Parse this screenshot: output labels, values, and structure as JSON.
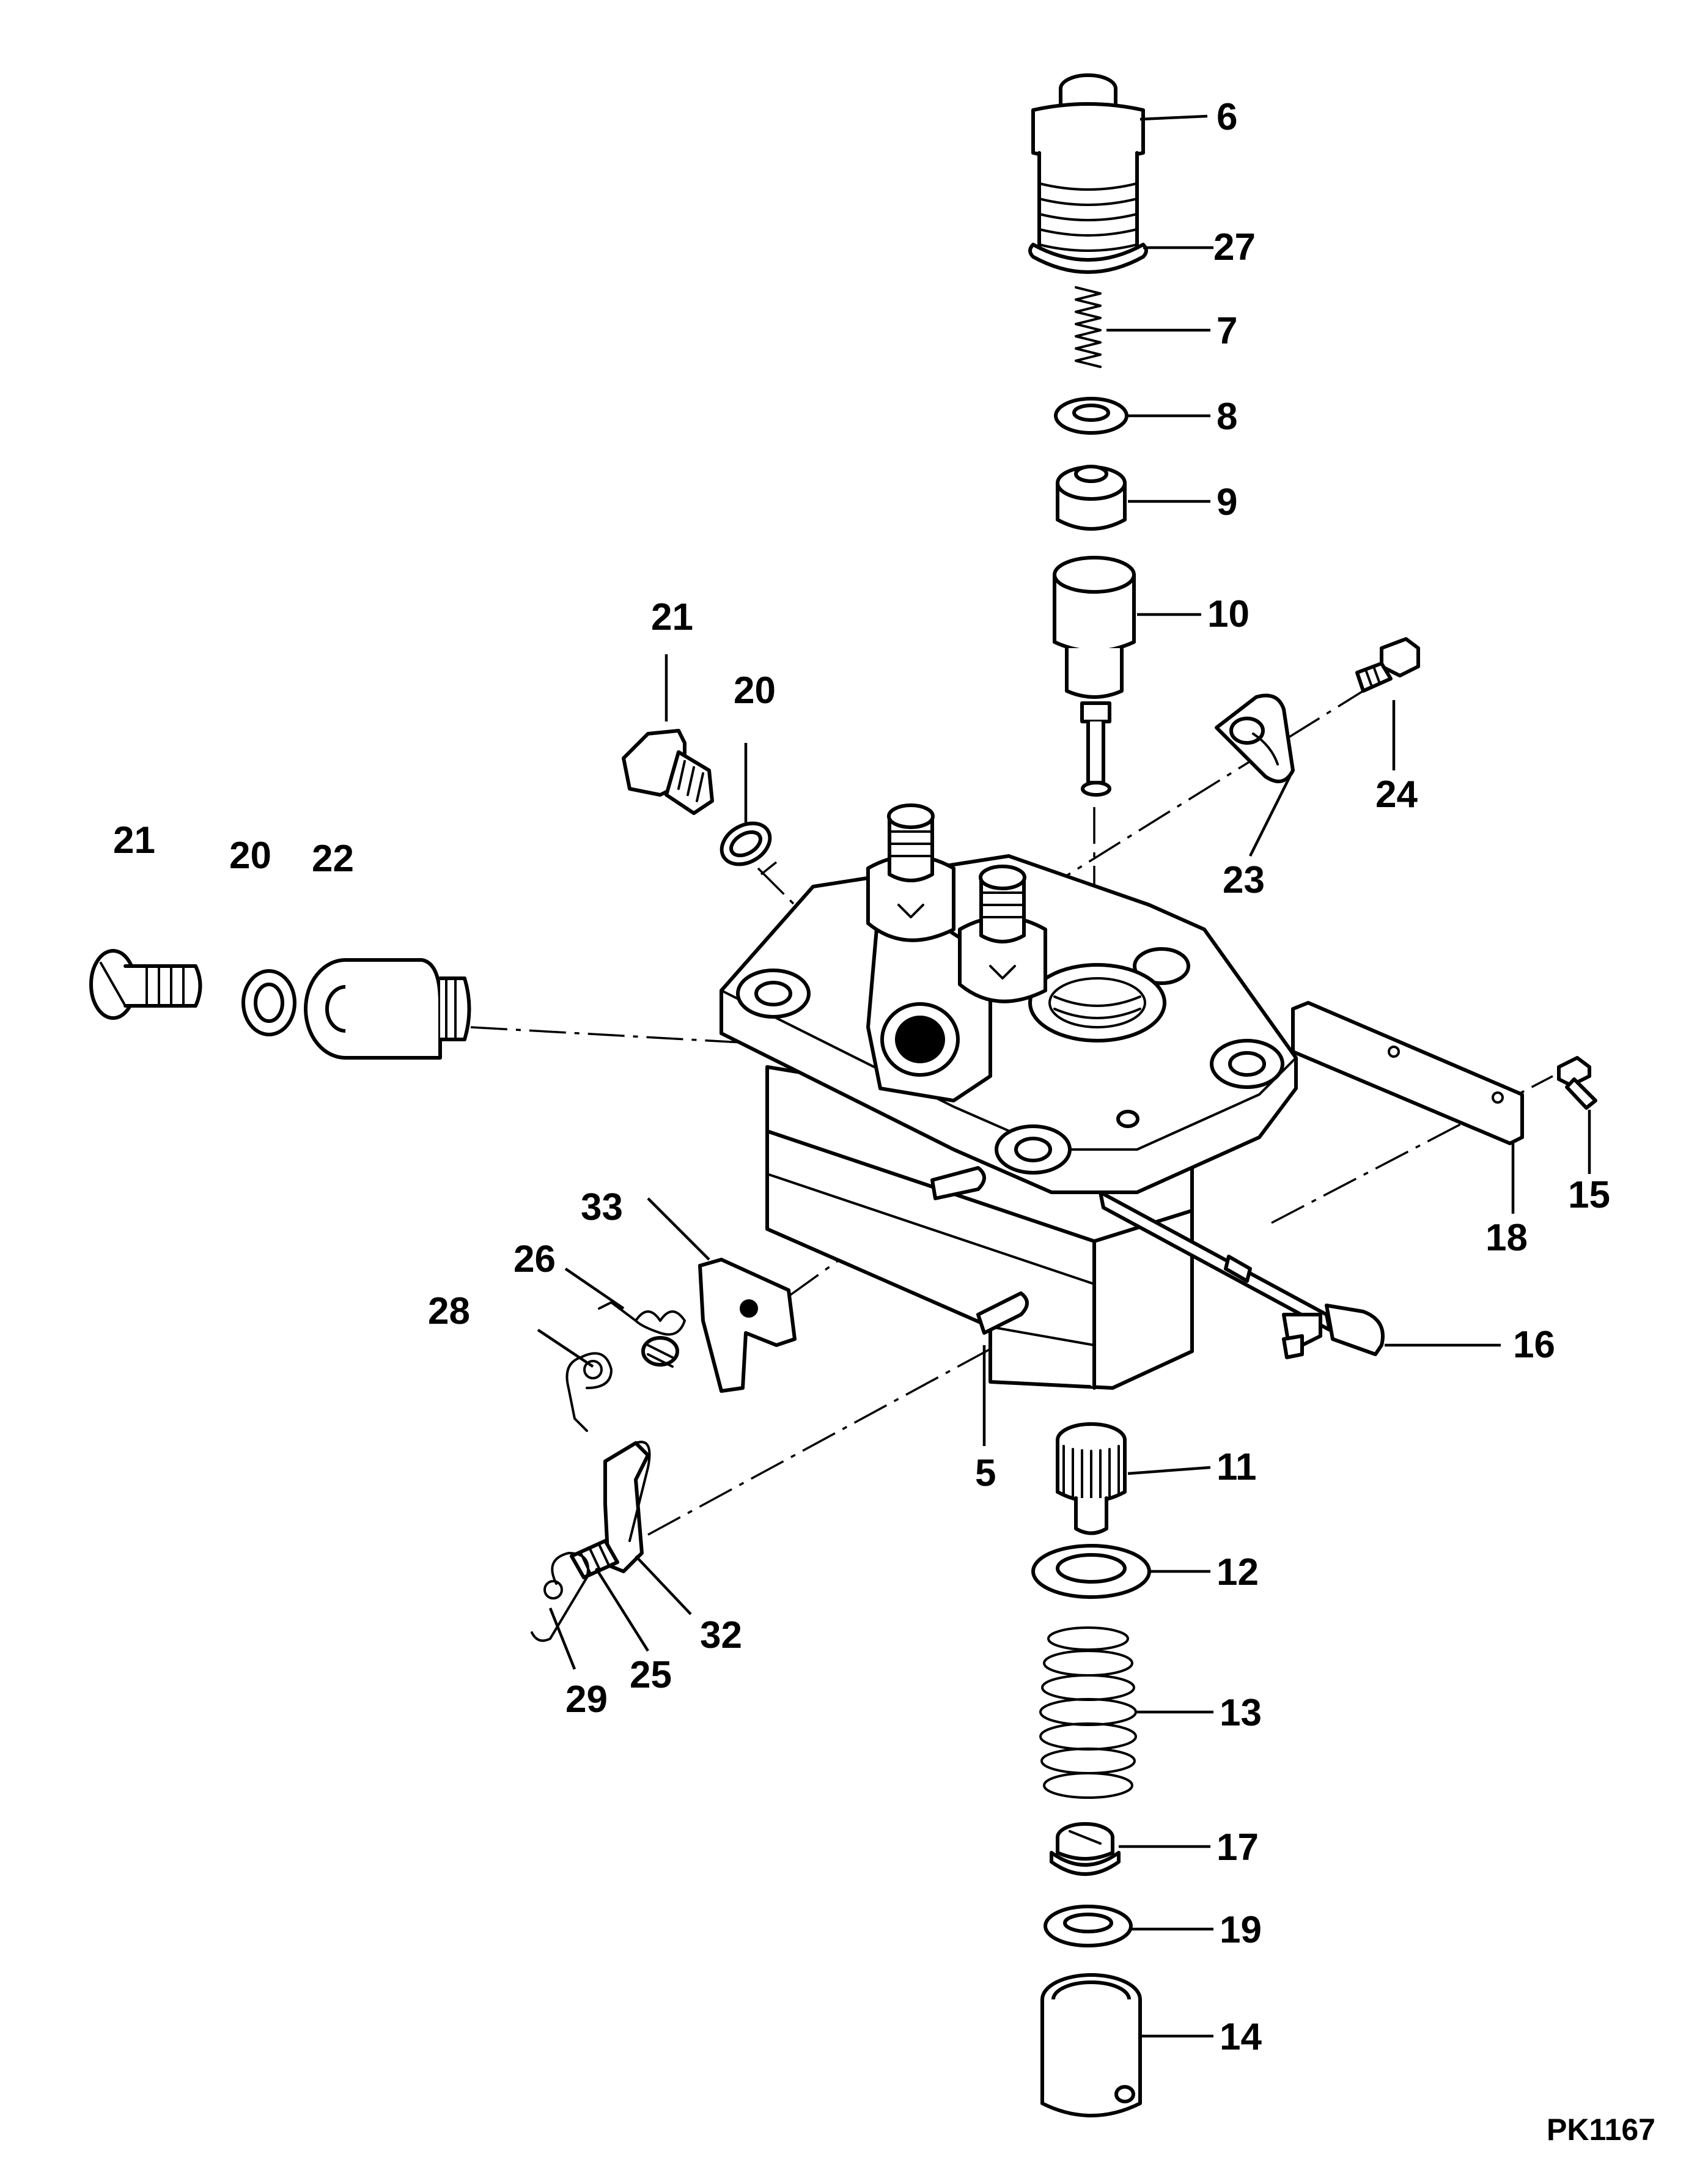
{
  "drawing_ref": "PK1167",
  "callouts": {
    "c5": "5",
    "c6": "6",
    "c7": "7",
    "c8": "8",
    "c9": "9",
    "c10": "10",
    "c11": "11",
    "c12": "12",
    "c13": "13",
    "c14": "14",
    "c15": "15",
    "c16": "16",
    "c17": "17",
    "c18": "18",
    "c19": "19",
    "c20a": "20",
    "c20b": "20",
    "c21a": "21",
    "c21b": "21",
    "c22": "22",
    "c23": "23",
    "c24": "24",
    "c25": "25",
    "c26": "26",
    "c27": "27",
    "c28": "28",
    "c29": "29",
    "c32": "32",
    "c33": "33"
  }
}
